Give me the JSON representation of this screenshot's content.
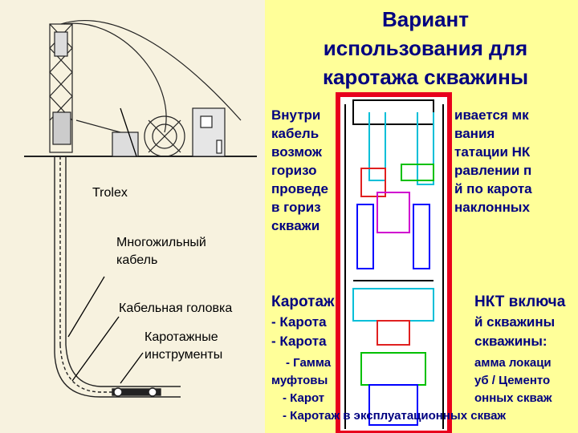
{
  "title": "Вариант\nиспользования для\nкаротажа скважины",
  "paragraph1": [
    "Внутри",
    "кабель",
    "возмож",
    "горизо",
    "проведе",
    "в гориз",
    "скважи"
  ],
  "paragraph1_right": [
    "ивается мк",
    "вания",
    "татации НК",
    "равлении п",
    "й по карота",
    "наклонных"
  ],
  "paragraph2": [
    "Каротаж",
    "- Карота",
    "- Карота",
    "- Гамма",
    "муфтовы",
    "- Карот",
    "- Каротаж в эксплуатационных скваж"
  ],
  "paragraph2_right": [
    "НКТ включа",
    "й скважины",
    "скважины:",
    "амма локаци",
    "уб / Цементо",
    "онных скваж"
  ],
  "labels": {
    "trolex": "Trolex",
    "cable": "Многожильный\n кабель",
    "cable_head": "Кабельная головка",
    "tools": "Каротажные\nинструменты"
  },
  "colors": {
    "background": "#ffff99",
    "text": "#000080",
    "frame": "#e8001c"
  },
  "icons": [
    "drilling-rig-icon",
    "cable-drum-icon",
    "control-cabin-icon",
    "wellbore-icon",
    "downhole-tool-schematic-icon"
  ]
}
